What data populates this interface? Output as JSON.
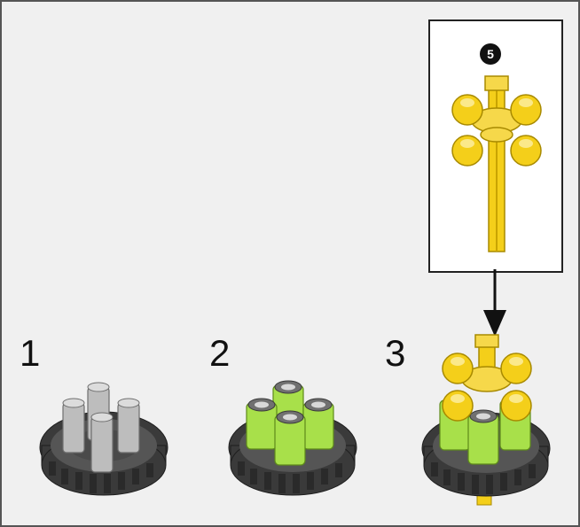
{
  "steps": [
    {
      "number": "1"
    },
    {
      "number": "2"
    },
    {
      "number": "3"
    }
  ],
  "callout": {
    "badge": "5"
  },
  "colors": {
    "frame": "#555555",
    "background": "#f0f0f0",
    "gear": "#3a3a3a",
    "gray_peg": "#b8b8b8",
    "green_bush": "#a8e04a",
    "yellow": "#f4cf1a"
  }
}
